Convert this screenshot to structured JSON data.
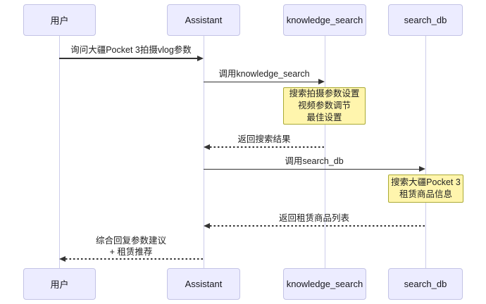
{
  "diagram": {
    "type": "sequence",
    "actors": [
      {
        "id": "user",
        "label": "用户"
      },
      {
        "id": "assistant",
        "label": "Assistant"
      },
      {
        "id": "knowledge_search",
        "label": "knowledge_search"
      },
      {
        "id": "search_db",
        "label": "search_db"
      }
    ],
    "messages": [
      {
        "from": "用户",
        "to": "Assistant",
        "type": "solid",
        "lines": [
          "询问大疆Pocket 3拍摄vlog参数"
        ]
      },
      {
        "from": "Assistant",
        "to": "knowledge_search",
        "type": "solid",
        "lines": [
          "调用knowledge_search"
        ]
      },
      {
        "from": "knowledge_search",
        "to": "Assistant",
        "type": "dashed",
        "lines": [
          "返回搜索结果"
        ]
      },
      {
        "from": "Assistant",
        "to": "search_db",
        "type": "solid",
        "lines": [
          "调用search_db"
        ]
      },
      {
        "from": "search_db",
        "to": "Assistant",
        "type": "dashed",
        "lines": [
          "返回租赁商品列表"
        ]
      },
      {
        "from": "Assistant",
        "to": "用户",
        "type": "dashed",
        "lines": [
          "综合回复参数建议",
          "+ 租赁推荐"
        ]
      }
    ],
    "notes": [
      {
        "over": "knowledge_search",
        "lines": [
          "搜索拍摄参数设置",
          "视频参数调节",
          "最佳设置"
        ]
      },
      {
        "over": "search_db",
        "lines": [
          "搜索大疆Pocket 3",
          "租赁商品信息"
        ]
      }
    ]
  },
  "colors": {
    "actor_fill": "#ECECFF",
    "actor_border": "#C3C3E5",
    "lifeline": "#CCCCEB",
    "note_fill": "#FFF5AD",
    "note_border": "#AAAA33",
    "message_line": "#333333",
    "text": "#1F1F1F"
  }
}
